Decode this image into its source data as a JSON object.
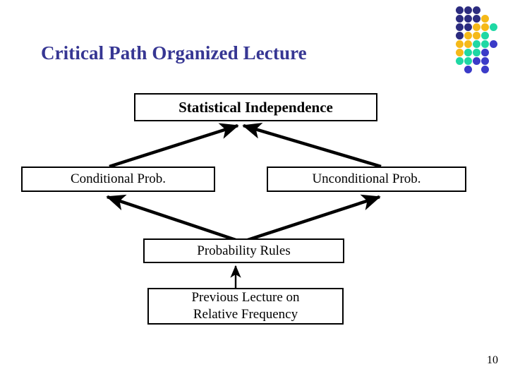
{
  "slide": {
    "title": "Critical Path Organized Lecture",
    "title_color": "#363693",
    "page_number": "10",
    "background": "#ffffff"
  },
  "logo": {
    "name": "decorative-dot-grid",
    "colors": {
      "navy": "#2b2b7f",
      "blue": "#3b3bc8",
      "gold": "#f5b919",
      "teal": "#1fd8a4"
    },
    "cell": 12,
    "dots": [
      {
        "col": 0,
        "row": 0,
        "color": "#2b2b7f"
      },
      {
        "col": 1,
        "row": 0,
        "color": "#2b2b7f"
      },
      {
        "col": 2,
        "row": 0,
        "color": "#2b2b7f"
      },
      {
        "col": 0,
        "row": 1,
        "color": "#2b2b7f"
      },
      {
        "col": 1,
        "row": 1,
        "color": "#2b2b7f"
      },
      {
        "col": 2,
        "row": 1,
        "color": "#2b2b7f"
      },
      {
        "col": 3,
        "row": 1,
        "color": "#f5b919"
      },
      {
        "col": 0,
        "row": 2,
        "color": "#2b2b7f"
      },
      {
        "col": 1,
        "row": 2,
        "color": "#2b2b7f"
      },
      {
        "col": 2,
        "row": 2,
        "color": "#f5b919"
      },
      {
        "col": 3,
        "row": 2,
        "color": "#f5b919"
      },
      {
        "col": 4,
        "row": 2,
        "color": "#1fd8a4"
      },
      {
        "col": 0,
        "row": 3,
        "color": "#2b2b7f"
      },
      {
        "col": 1,
        "row": 3,
        "color": "#f5b919"
      },
      {
        "col": 2,
        "row": 3,
        "color": "#f5b919"
      },
      {
        "col": 3,
        "row": 3,
        "color": "#1fd8a4"
      },
      {
        "col": 0,
        "row": 4,
        "color": "#f5b919"
      },
      {
        "col": 1,
        "row": 4,
        "color": "#f5b919"
      },
      {
        "col": 2,
        "row": 4,
        "color": "#1fd8a4"
      },
      {
        "col": 3,
        "row": 4,
        "color": "#1fd8a4"
      },
      {
        "col": 4,
        "row": 4,
        "color": "#3b3bc8"
      },
      {
        "col": 0,
        "row": 5,
        "color": "#f5b919"
      },
      {
        "col": 1,
        "row": 5,
        "color": "#1fd8a4"
      },
      {
        "col": 2,
        "row": 5,
        "color": "#1fd8a4"
      },
      {
        "col": 3,
        "row": 5,
        "color": "#3b3bc8"
      },
      {
        "col": 0,
        "row": 6,
        "color": "#1fd8a4"
      },
      {
        "col": 1,
        "row": 6,
        "color": "#1fd8a4"
      },
      {
        "col": 2,
        "row": 6,
        "color": "#3b3bc8"
      },
      {
        "col": 3,
        "row": 6,
        "color": "#3b3bc8"
      },
      {
        "col": 1,
        "row": 7,
        "color": "#3b3bc8"
      },
      {
        "col": 3,
        "row": 7,
        "color": "#3b3bc8"
      }
    ]
  },
  "diagram": {
    "type": "flow-chart",
    "nodes": [
      {
        "id": "independence",
        "label": "Statistical Independence",
        "bold": true
      },
      {
        "id": "conditional",
        "label": "Conditional Prob.",
        "bold": false
      },
      {
        "id": "unconditional",
        "label": "Unconditional Prob.",
        "bold": false
      },
      {
        "id": "rules",
        "label": "Probability Rules",
        "bold": false
      },
      {
        "id": "previous",
        "label": "Previous Lecture on\nRelative Frequency",
        "bold": false
      }
    ],
    "edges": [
      {
        "from": "conditional",
        "to": "independence",
        "arrow": "to"
      },
      {
        "from": "unconditional",
        "to": "independence",
        "arrow": "to"
      },
      {
        "from": "rules",
        "to": "conditional",
        "arrow": "to"
      },
      {
        "from": "rules",
        "to": "unconditional",
        "arrow": "to"
      },
      {
        "from": "previous",
        "to": "rules",
        "arrow": "to"
      }
    ],
    "line_color": "#000000"
  }
}
